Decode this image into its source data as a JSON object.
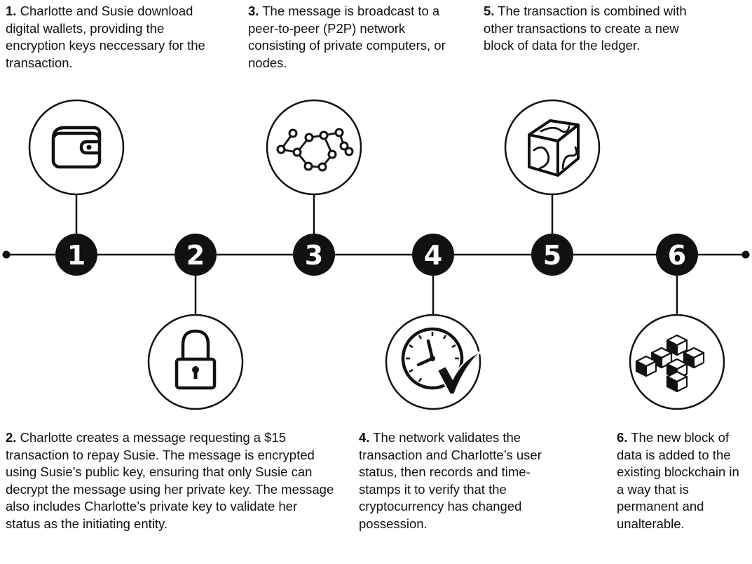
{
  "steps": [
    {
      "num": "1",
      "label": "1.",
      "text": " Charlotte and Susie download digital wallets, providing the encryption keys neccessary for the transaction.",
      "icon": "wallet-icon"
    },
    {
      "num": "2",
      "label": "2.",
      "text": " Charlotte creates a message requesting a $15 transaction to repay Susie. The message is encrypted using Susie’s public key, ensuring that only Susie can decrypt the message using her private key. The message also includes Charlotte’s private key to validate her status as the initiating entity.",
      "icon": "padlock-icon"
    },
    {
      "num": "3",
      "label": "3.",
      "text": " The message is broadcast to a peer-to-peer (P2P) network consisting of private computers, or nodes.",
      "icon": "network-nodes-icon"
    },
    {
      "num": "4",
      "label": "4.",
      "text": " The network validates the transaction and Charlotte’s user status, then records and time-stamps it to verify that the cryptocurrency has changed possession.",
      "icon": "clock-checkmark-icon"
    },
    {
      "num": "5",
      "label": "5.",
      "text": " The transaction is combined with other transactions to create a new block of data for the ledger.",
      "icon": "data-block-icon"
    },
    {
      "num": "6",
      "label": "6.",
      "text": " The new block of data is added to the existing blockchain in a way that is permanent and unalterable.",
      "icon": "blockchain-icon"
    }
  ]
}
